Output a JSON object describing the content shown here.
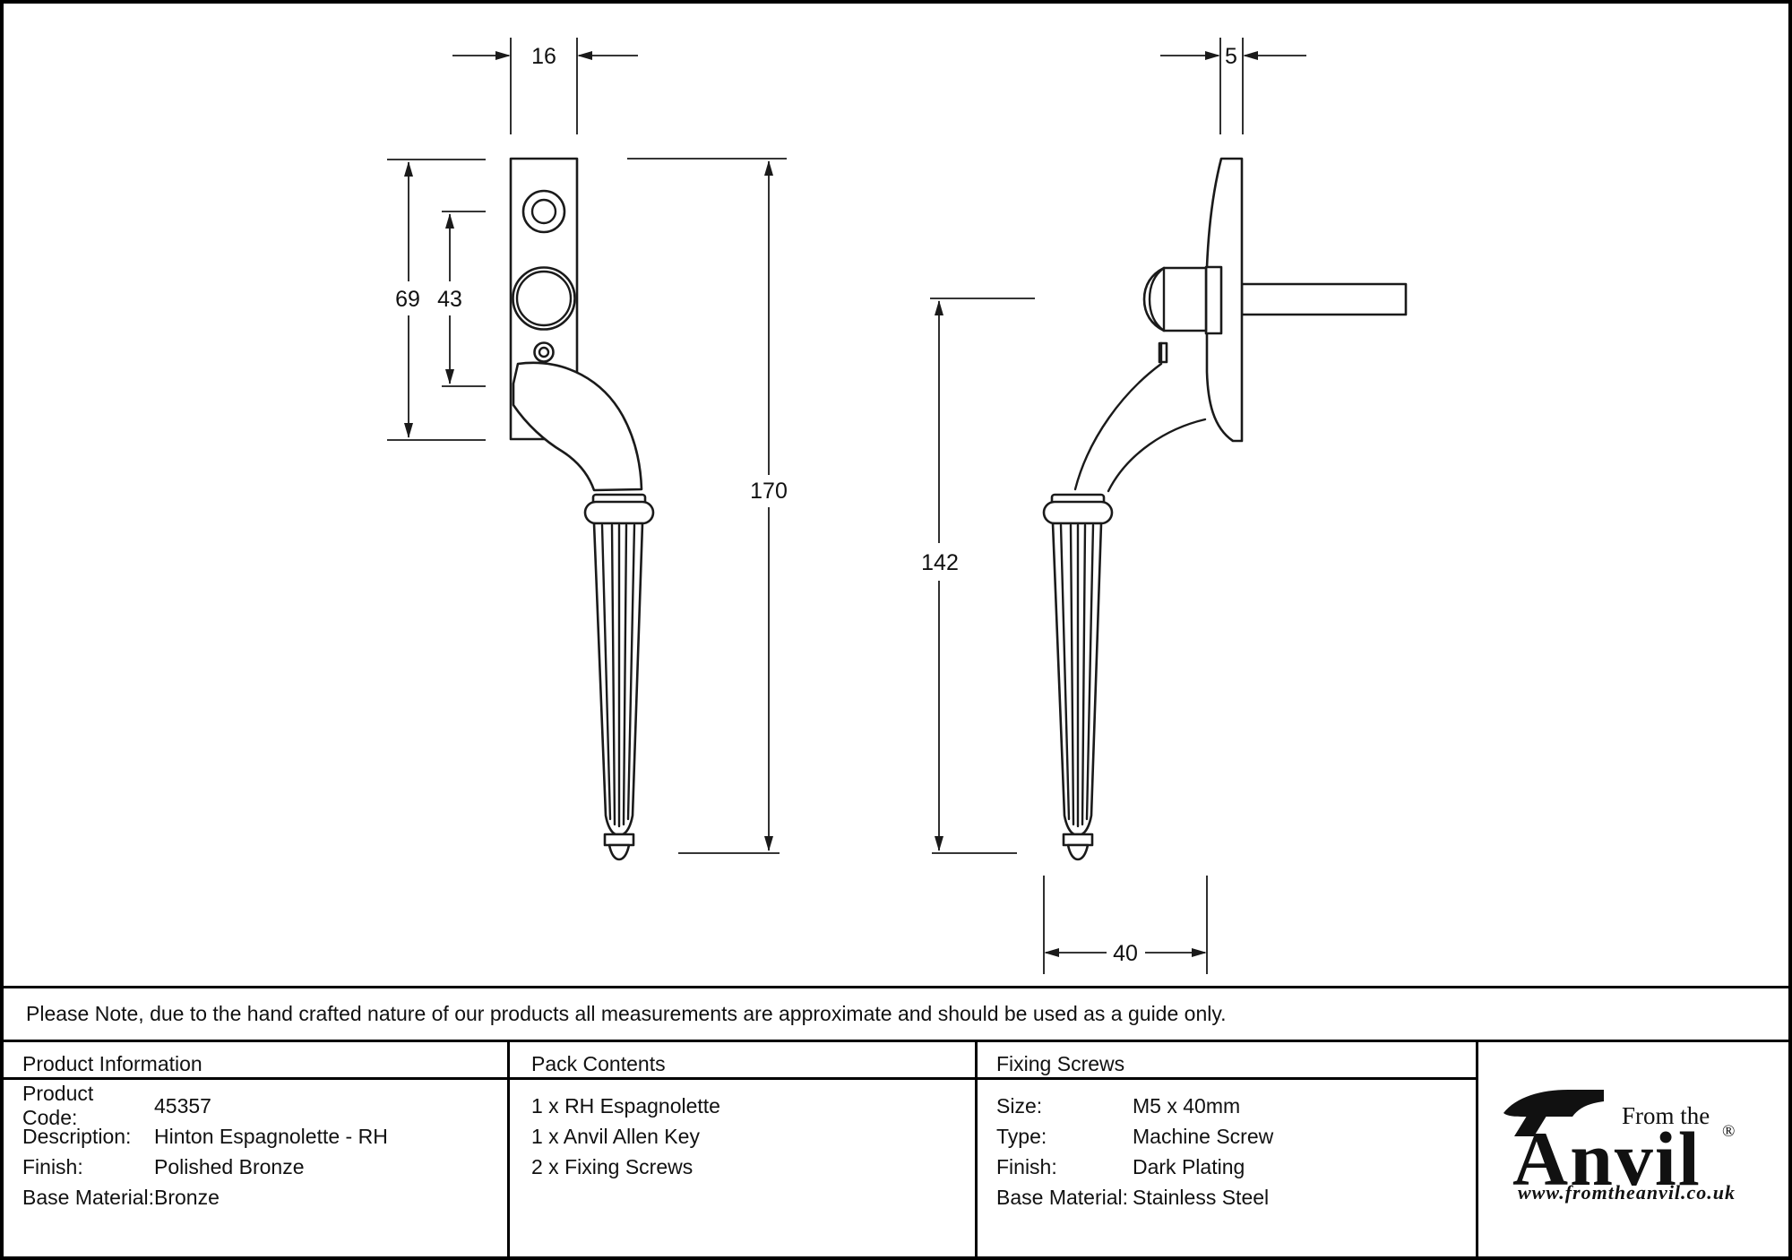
{
  "note": "Please Note, due to the hand crafted nature of our products all measurements are approximate and should be used as a guide only.",
  "front_view": {
    "dims": {
      "plate_width": "16",
      "plate_height": "69",
      "fixing_centres": "43",
      "overall_length": "170"
    }
  },
  "side_view": {
    "dims": {
      "plate_thickness": "5",
      "handle_length": "142",
      "projection": "40"
    }
  },
  "table": {
    "product_information": {
      "header": "Product Information",
      "rows": [
        {
          "label": "Product Code:",
          "value": "45357"
        },
        {
          "label": "Description:",
          "value": "Hinton Espagnolette - RH"
        },
        {
          "label": "Finish:",
          "value": "Polished Bronze"
        },
        {
          "label": "Base Material:",
          "value": "Bronze"
        }
      ]
    },
    "pack_contents": {
      "header": "Pack Contents",
      "items": [
        "1 x RH Espagnolette",
        "1 x Anvil Allen Key",
        "2 x Fixing Screws"
      ]
    },
    "fixing_screws": {
      "header": "Fixing Screws",
      "rows": [
        {
          "label": "Size:",
          "value": "M5 x 40mm"
        },
        {
          "label": "Type:",
          "value": "Machine Screw"
        },
        {
          "label": "Finish:",
          "value": "Dark Plating"
        },
        {
          "label": "Base Material:",
          "value": "Stainless Steel"
        }
      ]
    }
  },
  "logo": {
    "tagline": "From the",
    "brand": "Anvil",
    "registered": "®",
    "website": "www.fromtheanvil.co.uk"
  }
}
